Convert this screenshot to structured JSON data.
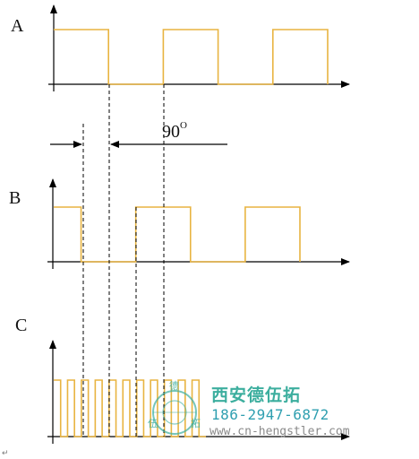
{
  "signals": [
    {
      "label": "A",
      "levels": [
        1,
        1,
        0,
        0,
        1,
        1,
        0,
        0,
        1,
        1
      ],
      "segments": 10
    },
    {
      "label": "B",
      "levels": [
        1,
        0,
        0,
        1,
        1,
        0,
        0,
        1,
        1
      ],
      "segments": 9
    },
    {
      "label": "C",
      "levels": [
        1,
        0,
        1,
        0,
        1,
        0,
        1,
        0,
        1,
        0,
        1,
        0,
        1,
        0,
        1,
        0,
        1,
        0,
        1,
        0,
        1,
        0
      ],
      "segments": 22
    }
  ],
  "phase_label": {
    "value": "90",
    "unit": "O"
  },
  "colors": {
    "wave": "#e8b441",
    "axis": "#000000",
    "dashed": "#000000"
  },
  "watermark": {
    "company_name": "西安德伍拓",
    "phone": "186-2947-6872",
    "url": "www.cn-hengstler.com",
    "logo_text": [
      "德",
      "伍",
      "拓"
    ]
  },
  "corner_mark": "↵"
}
